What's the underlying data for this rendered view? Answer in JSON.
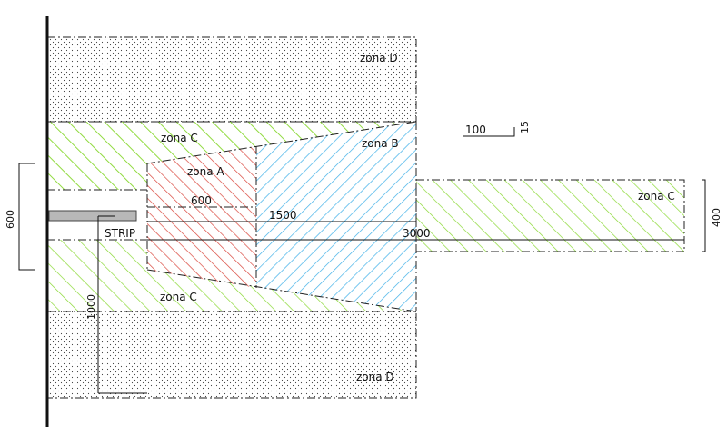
{
  "colors": {
    "zone_a": "#d9463b",
    "zone_b": "#3fb0e8",
    "zone_c": "#8ad834",
    "zone_d": "#444444",
    "strip": "#b8b8b8",
    "lines": "#111111"
  },
  "zones": {
    "d_top": "zona D",
    "d_bottom": "zona D",
    "c_top": "zona C",
    "c_bottom": "zona C",
    "c_right": "zona C",
    "b": "zona B",
    "a": "zona A"
  },
  "strip": {
    "label": "STRIP"
  },
  "dimensions": {
    "d600_horizontal": "600",
    "d1500": "1500",
    "d3000": "3000",
    "d600_vertical": "600",
    "d400_vertical": "400",
    "d1000_vertical": "1000"
  },
  "scale": {
    "length_label": "100",
    "height_label": "15"
  }
}
